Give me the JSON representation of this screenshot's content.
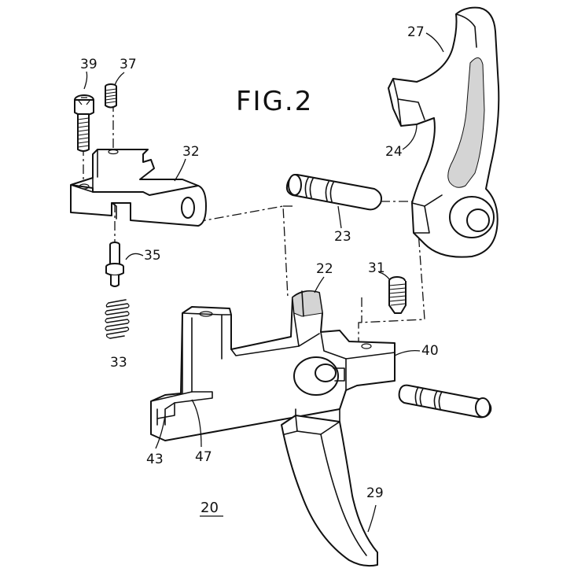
{
  "figure": {
    "title": "FIG.2",
    "assembly_label": "20",
    "ref_numerals": {
      "n39": "39",
      "n37": "37",
      "n32": "32",
      "n35": "35",
      "n33": "33",
      "n27": "27",
      "n24": "24",
      "n23": "23",
      "n22": "22",
      "n31": "31",
      "n40": "40",
      "n43": "43",
      "n47": "47",
      "n29": "29"
    }
  }
}
